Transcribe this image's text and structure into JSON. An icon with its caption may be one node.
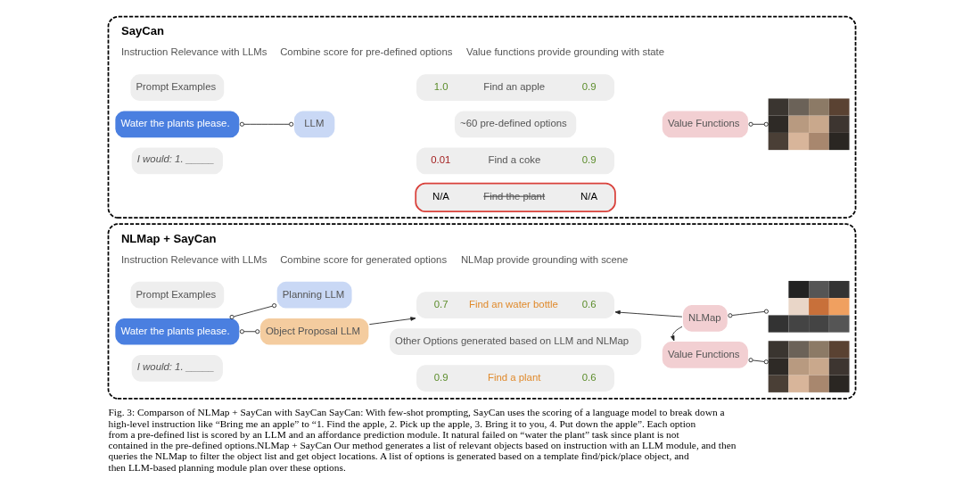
{
  "diagram": {
    "caption": "Fig. 3: Comparson of NLMap + SayCan with SayCan SayCan: With few-shot prompting, SayCan uses the scoring of a language model to break down a high-level instruction like “Bring me an apple” to “1. Find the apple, 2. Pick up the apple, 3. Bring it to you, 4. Put down the apple”. Each option from a pre-defined list is scored by an LLM and an affordance prediction module. It natural failed on “water the plant” task since plant is not contained in the pre-defined options.NLMap + SayCan Our method generates a list of relevant objects based on instruction with an LLM module, and then queries the NLMap to filter the object list and get object locations. A list of options is generated based on a template find/pick/place object, and then LLM-based planning module plan over these options.",
    "nodes": [
      {
        "text": [
          "SayCan",
          "Instruction Relevance with LLMs",
          "Combine score for pre-defined options",
          "Value functions provide grounding with state"
        ]
      },
      {
        "text": [
          "Prompt Examples"
        ],
        "in": 0
      },
      {
        "text": [
          "Water the plants please."
        ],
        "in": 0
      },
      {
        "text": [
          "I would: 1. _____"
        ],
        "in": 0
      },
      {
        "text": [
          "LLM"
        ],
        "in": 0
      },
      {
        "text": [
          "1.0",
          "Find an apple",
          "0.9"
        ],
        "in": 0
      },
      {
        "text": [
          "~60 pre-defined options"
        ],
        "in": 0
      },
      {
        "text": [
          "0.01",
          "Find a coke",
          "0.9"
        ],
        "in": 0
      },
      {
        "text": [
          "N/A",
          "Find the plant",
          "N/A"
        ],
        "in": 0
      },
      {
        "text": [
          "Value Functions"
        ],
        "in": 0
      },
      {
        "text": [],
        "shape": "picture",
        "in": 0
      },
      {
        "text": [
          "NLMap + SayCan",
          "Instruction Relevance with LLMs",
          "Combine score for generated options",
          "NLMap provide grounding with scene"
        ]
      },
      {
        "text": [
          "Prompt Examples"
        ],
        "in": 11
      },
      {
        "text": [
          "Water the plants please."
        ],
        "in": 11
      },
      {
        "text": [
          "I would: 1. _____"
        ],
        "in": 11
      },
      {
        "text": [
          "Object Proposal LLM"
        ],
        "in": 11
      },
      {
        "text": [
          "Planning LLM"
        ],
        "in": 11
      },
      {
        "text": [
          "0.7",
          "Find an water bottle",
          "0.6"
        ],
        "in": 11
      },
      {
        "text": [
          "Other Options generated based on LLM and NLMap"
        ],
        "in": 11
      },
      {
        "text": [
          "0.9",
          "Find a plant",
          "0.6"
        ],
        "in": 11
      },
      {
        "text": [
          "NLMap"
        ],
        "in": 11
      },
      {
        "text": [
          "Value Functions"
        ],
        "in": 11
      },
      {
        "text": [],
        "shape": "picture",
        "in": 11
      },
      {
        "text": [],
        "shape": "picture",
        "in": 11
      }
    ],
    "edges": [
      {
        "from": 2,
        "to": 4,
        "arrow": "other"
      },
      {
        "from": 9,
        "to": 10,
        "arrow": "other"
      },
      {
        "from": 13,
        "to": 15,
        "arrow": "other"
      },
      {
        "from": 13,
        "to": 16,
        "arrow": "other"
      },
      {
        "from": 15,
        "to": 17,
        "arrow": "to"
      },
      {
        "from": 20,
        "to": 17,
        "arrow": "to"
      },
      {
        "from": 20,
        "to": 21,
        "arrow": "to"
      },
      {
        "from": 20,
        "to": 22,
        "arrow": "other"
      },
      {
        "from": 21,
        "to": 23,
        "arrow": "other"
      }
    ]
  }
}
